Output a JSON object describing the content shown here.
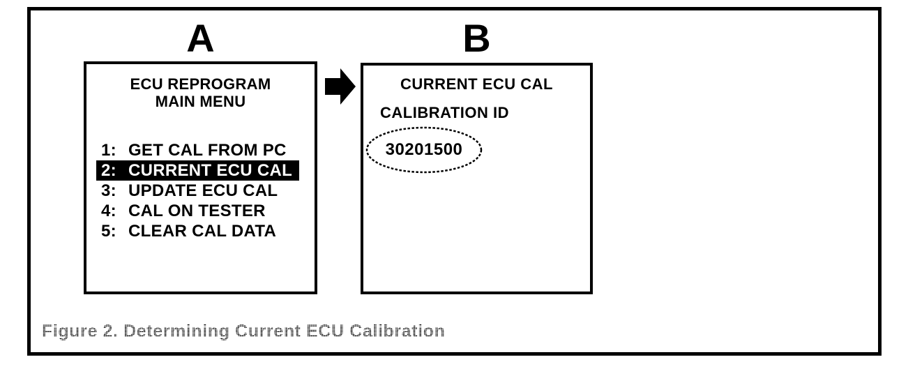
{
  "figure": {
    "label_a": "A",
    "label_b": "B",
    "caption": "Figure 2. Determining Current ECU Calibration"
  },
  "screen_a": {
    "title_line1": "ECU REPROGRAM",
    "title_line2": "MAIN MENU",
    "menu_items": [
      {
        "key": "1:",
        "label": "GET CAL FROM PC"
      },
      {
        "key": "2:",
        "label": "CURRENT ECU CAL"
      },
      {
        "key": "3:",
        "label": "UPDATE ECU CAL"
      },
      {
        "key": "4:",
        "label": "CAL ON TESTER"
      },
      {
        "key": "5:",
        "label": "CLEAR CAL DATA"
      }
    ],
    "selected_index": 1
  },
  "screen_b": {
    "title": "CURRENT ECU CAL",
    "subtitle": "CALIBRATION ID",
    "calibration_id": "30201500"
  },
  "colors": {
    "ink": "#000000",
    "paper": "#ffffff",
    "selected_bg": "#000000",
    "selected_fg": "#ffffff"
  }
}
